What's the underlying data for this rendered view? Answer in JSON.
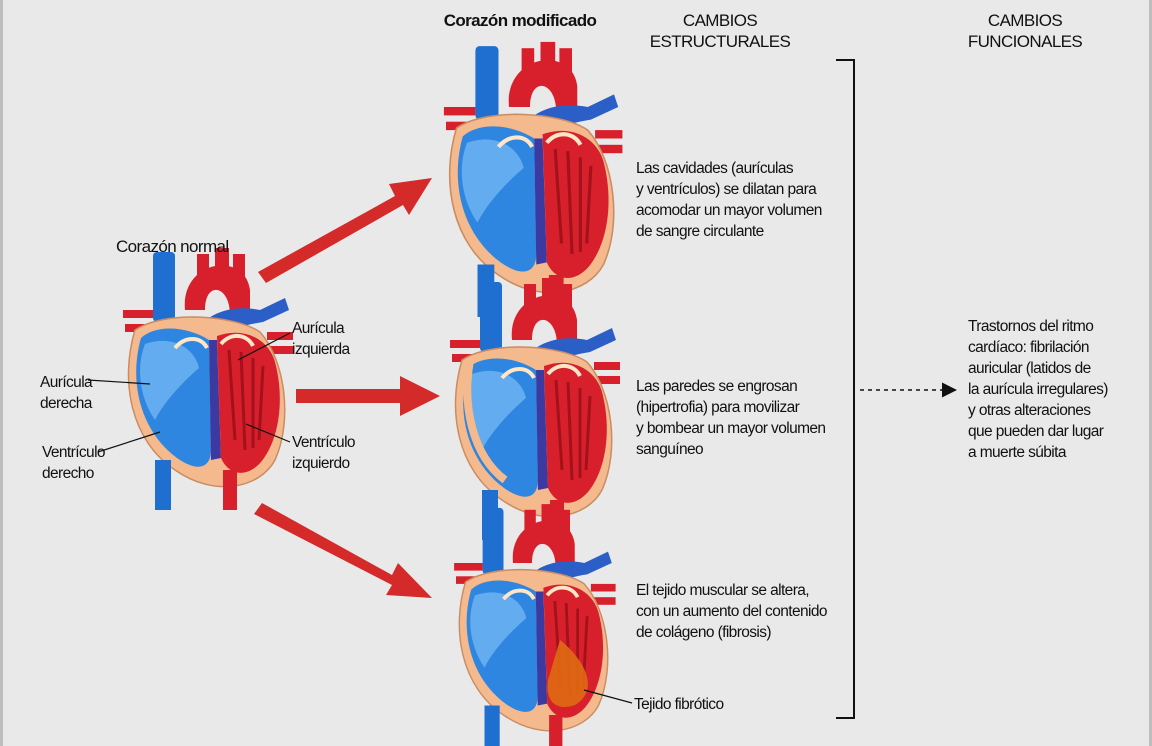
{
  "headers": {
    "modified": "Corazón modificado",
    "structural": "CAMBIOS\nESTRUCTURALES",
    "functional": "CAMBIOS\nFUNCIONALES",
    "normal": "Corazón normal"
  },
  "normal_heart_labels": {
    "right_atrium": "Aurícula\nderecha",
    "left_atrium": "Aurícula\nizquierda",
    "right_ventricle": "Ventrículo\nderecho",
    "left_ventricle": "Ventrículo\nizquierdo"
  },
  "structural_changes": [
    "Las cavidades (aurículas\ny ventrículos) se dilatan para\nacomodar un mayor volumen\nde sangre circulante",
    "Las paredes se engrosan\n(hipertrofia) para movilizar\ny bombear un mayor volumen\nsanguíneo",
    "El tejido muscular se altera,\ncon un aumento del contenido\nde colágeno (fibrosis)"
  ],
  "fibrotic_label": "Tejido fibrótico",
  "functional_change": "Trastornos del ritmo\ncardíaco: fibrilación\nauricular (latidos de\nla aurícula irregulares)\ny otras alteraciones\nque pueden dar lugar\na muerte súbita",
  "colors": {
    "arrow": "#d42a2a",
    "heart_red": "#d8202c",
    "heart_blue": "#1f6fd0",
    "heart_wall": "#f4b98c",
    "background": "#e9e9e9"
  }
}
